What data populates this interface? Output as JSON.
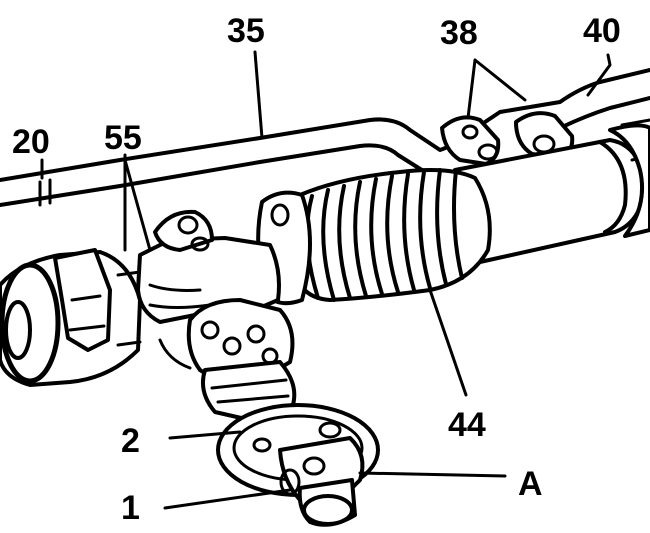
{
  "labels": {
    "l35": "35",
    "l38": "38",
    "l40": "40",
    "l20": "20",
    "l55": "55",
    "l44": "44",
    "l2": "2",
    "l1": "1",
    "lA": "A"
  },
  "colors": {
    "ink": "#000000",
    "paper": "#ffffff"
  }
}
